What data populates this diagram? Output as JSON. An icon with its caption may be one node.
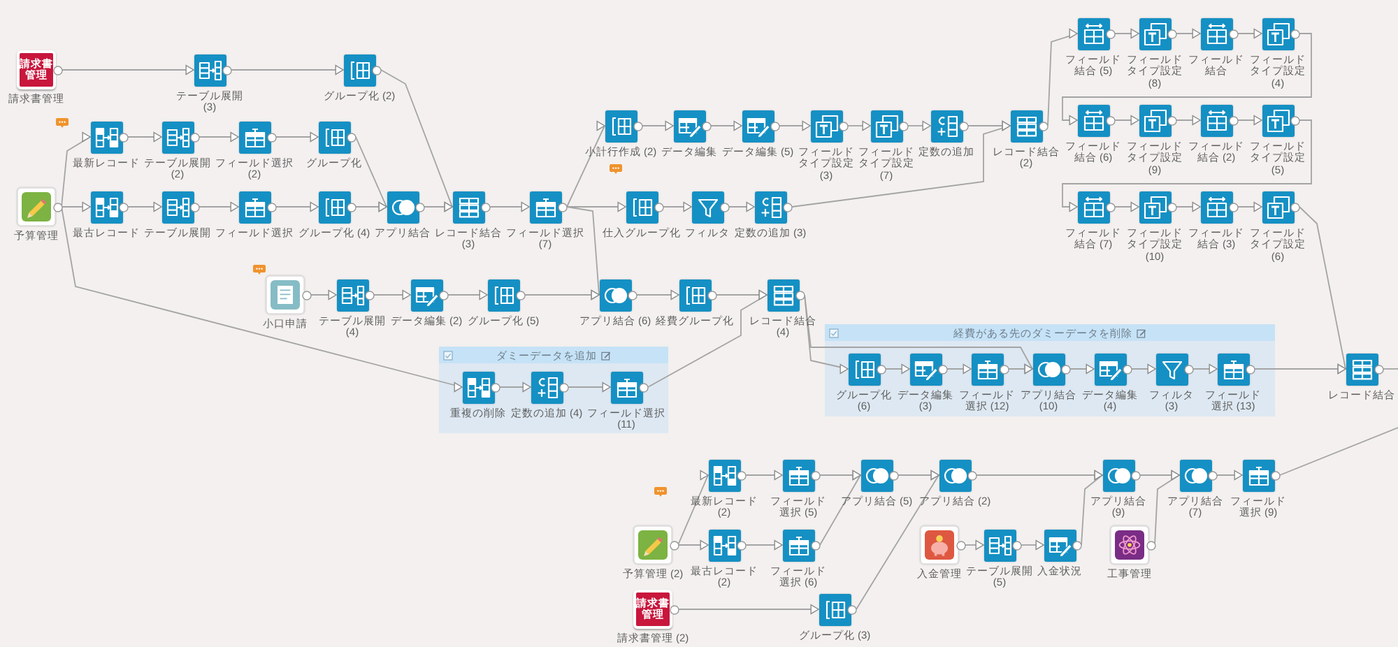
{
  "diagram": {
    "nodes": [
      {
        "text": [
          "請求書管理",
          "請求書管理"
        ]
      },
      {
        "text": [
          "テーブル展開 (3)"
        ]
      },
      {
        "text": [
          "グループ化 (2)"
        ]
      },
      {
        "text": [
          "フィールド結合 (5)"
        ]
      },
      {
        "text": [
          "フィールドタイプ設定 (8)"
        ]
      },
      {
        "text": [
          "フィールド結合"
        ]
      },
      {
        "text": [
          "フィールドタイプ設定 (4)"
        ]
      },
      {
        "text": [
          "フィールド結合 (6)"
        ]
      },
      {
        "text": [
          "フィールドタイプ設定 (9)"
        ]
      },
      {
        "text": [
          "フィールド結合 (2)"
        ]
      },
      {
        "text": [
          "フィールドタイプ設定 (5)"
        ]
      },
      {
        "text": [
          "最新レコード"
        ]
      },
      {
        "text": [
          "テーブル展開 (2)"
        ]
      },
      {
        "text": [
          "フィールド選択 (2)"
        ]
      },
      {
        "text": [
          "グループ化"
        ]
      },
      {
        "text": [
          "小計行作成 (2)"
        ]
      },
      {
        "text": [
          "データ編集"
        ]
      },
      {
        "text": [
          "データ編集 (5)"
        ]
      },
      {
        "text": [
          "フィールドタイプ設定 (3)"
        ]
      },
      {
        "text": [
          "フィールドタイプ設定 (7)"
        ]
      },
      {
        "text": [
          "定数の追加"
        ]
      },
      {
        "text": [
          "レコード結合 (2)"
        ]
      },
      {
        "text": [
          "フィールド結合 (7)"
        ]
      },
      {
        "text": [
          "フィールドタイプ設定 (10)"
        ]
      },
      {
        "text": [
          "フィールド結合 (3)"
        ]
      },
      {
        "text": [
          "フィールドタイプ設定 (6)"
        ]
      },
      {
        "text": [
          "予算管理"
        ]
      },
      {
        "text": [
          "最古レコード"
        ]
      },
      {
        "text": [
          "テーブル展開"
        ]
      },
      {
        "text": [
          "フィールド選択"
        ]
      },
      {
        "text": [
          "グループ化 (4)"
        ]
      },
      {
        "text": [
          "アプリ結合"
        ]
      },
      {
        "text": [
          "レコード結合 (3)"
        ]
      },
      {
        "text": [
          "フィールド選択 (7)"
        ]
      },
      {
        "text": [
          "仕入グループ化"
        ]
      },
      {
        "text": [
          "フィルタ"
        ]
      },
      {
        "text": [
          "定数の追加 (3)"
        ]
      },
      {
        "text": [
          "小口申請"
        ]
      },
      {
        "text": [
          "テーブル展開 (4)"
        ]
      },
      {
        "text": [
          "データ編集 (2)"
        ]
      },
      {
        "text": [
          "グループ化 (5)"
        ]
      },
      {
        "text": [
          "アプリ結合 (6)"
        ]
      },
      {
        "text": [
          "経費グループ化"
        ]
      },
      {
        "text": [
          "レコード結合 (4)"
        ]
      },
      {
        "text": [
          "経費がある先のダミーデータを削除"
        ]
      },
      {
        "text": [
          "グループ化 (6)"
        ],
        "in": 44
      },
      {
        "text": [
          "データ編集 (3)"
        ],
        "in": 44
      },
      {
        "text": [
          "フィールド選択 (12)"
        ],
        "in": 44
      },
      {
        "text": [
          "アプリ結合 (10)"
        ],
        "in": 44
      },
      {
        "text": [
          "データ編集 (4)"
        ],
        "in": 44
      },
      {
        "text": [
          "フィルタ (3)"
        ],
        "in": 44
      },
      {
        "text": [
          "フィールド選択 (13)"
        ],
        "in": 44
      },
      {
        "text": [
          "ダミーデータを追加"
        ]
      },
      {
        "text": [
          "重複の削除"
        ],
        "in": 52
      },
      {
        "text": [
          "定数の追加 (4)"
        ],
        "in": 52
      },
      {
        "text": [
          "フィールド選択 (11)"
        ],
        "in": 52
      },
      {
        "text": [
          "レコード結合"
        ]
      },
      {
        "text": [
          "最新レコード (2)"
        ]
      },
      {
        "text": [
          "フィールド選択 (5)"
        ]
      },
      {
        "text": [
          "アプリ結合 (5)"
        ]
      },
      {
        "text": [
          "アプリ結合 (2)"
        ]
      },
      {
        "text": [
          "アプリ結合 (9)"
        ]
      },
      {
        "text": [
          "アプリ結合 (7)"
        ]
      },
      {
        "text": [
          "フィールド選択 (9)"
        ]
      },
      {
        "text": [
          "予算管理 (2)"
        ]
      },
      {
        "text": [
          "最古レコード (2)"
        ]
      },
      {
        "text": [
          "フィールド選択 (6)"
        ]
      },
      {
        "text": [
          "入金管理"
        ]
      },
      {
        "text": [
          "テーブル展開 (5)"
        ]
      },
      {
        "text": [
          "入金状況"
        ]
      },
      {
        "text": [
          "工事管理"
        ]
      },
      {
        "text": [
          "請求書管理",
          "請求書管理 (2)"
        ]
      },
      {
        "text": [
          "グループ化 (3)"
        ]
      }
    ],
    "edges": [
      {
        "from": 0,
        "to": 1,
        "arrow": "to"
      },
      {
        "from": 1,
        "to": 2,
        "arrow": "to"
      },
      {
        "from": 2,
        "to": 32,
        "arrow": "to"
      },
      {
        "from": 26,
        "to": 11,
        "arrow": "to"
      },
      {
        "from": 11,
        "to": 12,
        "arrow": "to"
      },
      {
        "from": 12,
        "to": 13,
        "arrow": "to"
      },
      {
        "from": 13,
        "to": 14,
        "arrow": "to"
      },
      {
        "from": 14,
        "to": 31,
        "arrow": "to"
      },
      {
        "from": 26,
        "to": 27,
        "arrow": "to"
      },
      {
        "from": 27,
        "to": 28,
        "arrow": "to"
      },
      {
        "from": 28,
        "to": 29,
        "arrow": "to"
      },
      {
        "from": 29,
        "to": 30,
        "arrow": "to"
      },
      {
        "from": 30,
        "to": 31,
        "arrow": "to"
      },
      {
        "from": 31,
        "to": 32,
        "arrow": "to"
      },
      {
        "from": 32,
        "to": 33,
        "arrow": "to"
      },
      {
        "from": 33,
        "to": 15,
        "arrow": "to"
      },
      {
        "from": 15,
        "to": 16,
        "arrow": "to"
      },
      {
        "from": 16,
        "to": 17,
        "arrow": "to"
      },
      {
        "from": 17,
        "to": 18,
        "arrow": "to"
      },
      {
        "from": 18,
        "to": 19,
        "arrow": "to"
      },
      {
        "from": 19,
        "to": 20,
        "arrow": "to"
      },
      {
        "from": 20,
        "to": 21,
        "arrow": "to"
      },
      {
        "from": 33,
        "to": 34,
        "arrow": "to"
      },
      {
        "from": 34,
        "to": 35,
        "arrow": "to"
      },
      {
        "from": 35,
        "to": 36,
        "arrow": "to"
      },
      {
        "from": 36,
        "to": 21,
        "arrow": "to"
      },
      {
        "from": 21,
        "to": 3,
        "arrow": "to"
      },
      {
        "from": 3,
        "to": 4,
        "arrow": "to"
      },
      {
        "from": 4,
        "to": 5,
        "arrow": "to"
      },
      {
        "from": 5,
        "to": 6,
        "arrow": "to"
      },
      {
        "from": 6,
        "to": 7,
        "arrow": "to"
      },
      {
        "from": 7,
        "to": 8,
        "arrow": "to"
      },
      {
        "from": 8,
        "to": 9,
        "arrow": "to"
      },
      {
        "from": 9,
        "to": 10,
        "arrow": "to"
      },
      {
        "from": 10,
        "to": 22,
        "arrow": "to"
      },
      {
        "from": 22,
        "to": 23,
        "arrow": "to"
      },
      {
        "from": 23,
        "to": 24,
        "arrow": "to"
      },
      {
        "from": 24,
        "to": 25,
        "arrow": "to"
      },
      {
        "from": 25,
        "to": 56,
        "arrow": "to"
      },
      {
        "from": 33,
        "to": 41,
        "arrow": "to"
      },
      {
        "from": 26,
        "to": 53,
        "arrow": "to"
      },
      {
        "from": 37,
        "to": 38,
        "arrow": "to"
      },
      {
        "from": 38,
        "to": 39,
        "arrow": "to"
      },
      {
        "from": 39,
        "to": 40,
        "arrow": "to"
      },
      {
        "from": 40,
        "to": 41,
        "arrow": "to"
      },
      {
        "from": 41,
        "to": 42,
        "arrow": "to"
      },
      {
        "from": 42,
        "to": 43,
        "arrow": "to"
      },
      {
        "from": 53,
        "to": 54,
        "arrow": "to"
      },
      {
        "from": 54,
        "to": 55,
        "arrow": "to"
      },
      {
        "from": 55,
        "to": 43,
        "arrow": "to"
      },
      {
        "from": 43,
        "to": 45,
        "arrow": "to"
      },
      {
        "from": 43,
        "to": 48,
        "arrow": "to"
      },
      {
        "from": 45,
        "to": 46,
        "arrow": "to"
      },
      {
        "from": 46,
        "to": 47,
        "arrow": "to"
      },
      {
        "from": 47,
        "to": 48,
        "arrow": "to"
      },
      {
        "from": 48,
        "to": 49,
        "arrow": "to"
      },
      {
        "from": 49,
        "to": 50,
        "arrow": "to"
      },
      {
        "from": 50,
        "to": 51,
        "arrow": "to"
      },
      {
        "from": 51,
        "to": 56,
        "arrow": "to"
      },
      {
        "from": 56,
        "to": null,
        "arrow": "none"
      },
      {
        "from": 64,
        "to": 57,
        "arrow": "to"
      },
      {
        "from": 64,
        "to": 65,
        "arrow": "to"
      },
      {
        "from": 57,
        "to": 58,
        "arrow": "to"
      },
      {
        "from": 58,
        "to": 59,
        "arrow": "to"
      },
      {
        "from": 65,
        "to": 66,
        "arrow": "to"
      },
      {
        "from": 66,
        "to": 59,
        "arrow": "to"
      },
      {
        "from": 59,
        "to": 60,
        "arrow": "to"
      },
      {
        "from": 71,
        "to": 72,
        "arrow": "to"
      },
      {
        "from": 72,
        "to": 60,
        "arrow": "to"
      },
      {
        "from": 60,
        "to": 61,
        "arrow": "to"
      },
      {
        "from": 67,
        "to": 68,
        "arrow": "to"
      },
      {
        "from": 68,
        "to": 69,
        "arrow": "to"
      },
      {
        "from": 69,
        "to": 61,
        "arrow": "to"
      },
      {
        "from": 61,
        "to": 62,
        "arrow": "to"
      },
      {
        "from": 70,
        "to": 62,
        "arrow": "to"
      },
      {
        "from": 62,
        "to": 63,
        "arrow": "to"
      },
      {
        "from": 63,
        "to": null,
        "arrow": "none"
      }
    ]
  }
}
